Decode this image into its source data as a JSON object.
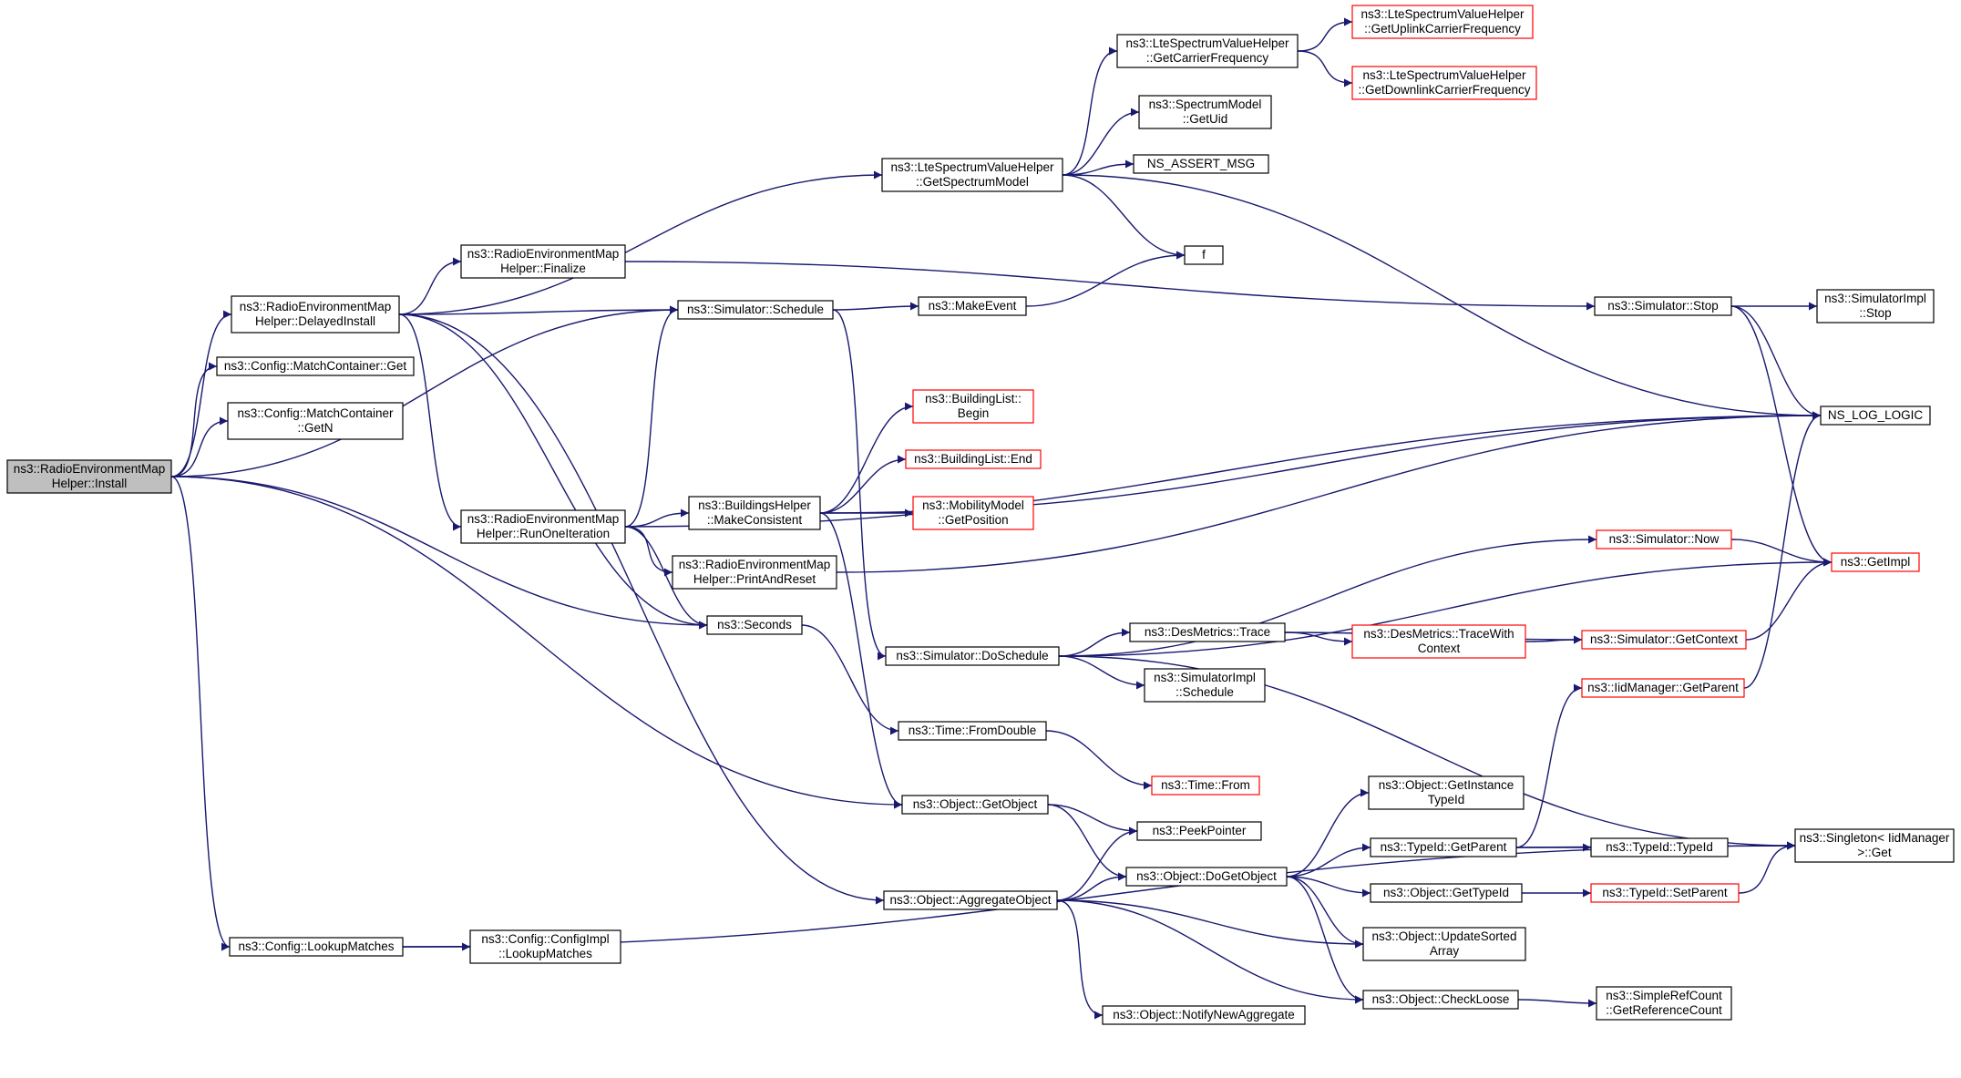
{
  "colors": {
    "edge": "#191970",
    "node_border": "#000000",
    "node_border_truncated": "#ff0000",
    "node_fill": "#ffffff",
    "root_fill": "#bfbfbf"
  },
  "nodes": [
    {
      "id": "install",
      "lines": [
        "ns3::RadioEnvironmentMap",
        "Helper::Install"
      ],
      "style": "root"
    },
    {
      "id": "delayedInstall",
      "lines": [
        "ns3::RadioEnvironmentMap",
        "Helper::DelayedInstall"
      ],
      "style": "normal"
    },
    {
      "id": "matchGet",
      "lines": [
        "ns3::Config::MatchContainer::Get"
      ],
      "style": "normal"
    },
    {
      "id": "matchGetN",
      "lines": [
        "ns3::Config::MatchContainer",
        "::GetN"
      ],
      "style": "normal"
    },
    {
      "id": "lookupMatches",
      "lines": [
        "ns3::Config::LookupMatches"
      ],
      "style": "normal"
    },
    {
      "id": "configImplLookup",
      "lines": [
        "ns3::Config::ConfigImpl",
        "::LookupMatches"
      ],
      "style": "normal"
    },
    {
      "id": "finalize",
      "lines": [
        "ns3::RadioEnvironmentMap",
        "Helper::Finalize"
      ],
      "style": "normal"
    },
    {
      "id": "schedule",
      "lines": [
        "ns3::Simulator::Schedule"
      ],
      "style": "normal"
    },
    {
      "id": "runOne",
      "lines": [
        "ns3::RadioEnvironmentMap",
        "Helper::RunOneIteration"
      ],
      "style": "normal"
    },
    {
      "id": "seconds",
      "lines": [
        "ns3::Seconds"
      ],
      "style": "normal"
    },
    {
      "id": "aggregate",
      "lines": [
        "ns3::Object::AggregateObject"
      ],
      "style": "normal"
    },
    {
      "id": "getSpectrum",
      "lines": [
        "ns3::LteSpectrumValueHelper",
        "::GetSpectrumModel"
      ],
      "style": "normal"
    },
    {
      "id": "getCarrier",
      "lines": [
        "ns3::LteSpectrumValueHelper",
        "::GetCarrierFrequency"
      ],
      "style": "normal"
    },
    {
      "id": "uplink",
      "lines": [
        "ns3::LteSpectrumValueHelper",
        "::GetUplinkCarrierFrequency"
      ],
      "style": "truncated"
    },
    {
      "id": "downlink",
      "lines": [
        "ns3::LteSpectrumValueHelper",
        "::GetDownlinkCarrierFrequency"
      ],
      "style": "truncated"
    },
    {
      "id": "specModelUid",
      "lines": [
        "ns3::SpectrumModel",
        "::GetUid"
      ],
      "style": "normal"
    },
    {
      "id": "nsAssert",
      "lines": [
        "NS_ASSERT_MSG"
      ],
      "style": "normal"
    },
    {
      "id": "f",
      "lines": [
        "f"
      ],
      "style": "normal"
    },
    {
      "id": "makeEvent",
      "lines": [
        "ns3::MakeEvent"
      ],
      "style": "normal"
    },
    {
      "id": "stop",
      "lines": [
        "ns3::Simulator::Stop"
      ],
      "style": "normal"
    },
    {
      "id": "implStop",
      "lines": [
        "ns3::SimulatorImpl",
        "::Stop"
      ],
      "style": "normal"
    },
    {
      "id": "nsLog",
      "lines": [
        "NS_LOG_LOGIC"
      ],
      "style": "normal"
    },
    {
      "id": "blBegin",
      "lines": [
        "ns3::BuildingList::",
        "Begin"
      ],
      "style": "truncated"
    },
    {
      "id": "blEnd",
      "lines": [
        "ns3::BuildingList::End"
      ],
      "style": "truncated"
    },
    {
      "id": "makeConsistent",
      "lines": [
        "ns3::BuildingsHelper",
        "::MakeConsistent"
      ],
      "style": "normal"
    },
    {
      "id": "getPosition",
      "lines": [
        "ns3::MobilityModel",
        "::GetPosition"
      ],
      "style": "truncated"
    },
    {
      "id": "printReset",
      "lines": [
        "ns3::RadioEnvironmentMap",
        "Helper::PrintAndReset"
      ],
      "style": "normal"
    },
    {
      "id": "now",
      "lines": [
        "ns3::Simulator::Now"
      ],
      "style": "truncated"
    },
    {
      "id": "getImpl",
      "lines": [
        "ns3::GetImpl"
      ],
      "style": "truncated"
    },
    {
      "id": "doSchedule",
      "lines": [
        "ns3::Simulator::DoSchedule"
      ],
      "style": "normal"
    },
    {
      "id": "trace",
      "lines": [
        "ns3::DesMetrics::Trace"
      ],
      "style": "normal"
    },
    {
      "id": "traceCtx",
      "lines": [
        "ns3::DesMetrics::TraceWith",
        "Context"
      ],
      "style": "truncated"
    },
    {
      "id": "getContext",
      "lines": [
        "ns3::Simulator::GetContext"
      ],
      "style": "truncated"
    },
    {
      "id": "implSchedule",
      "lines": [
        "ns3::SimulatorImpl",
        "::Schedule"
      ],
      "style": "normal"
    },
    {
      "id": "iidParent",
      "lines": [
        "ns3::IidManager::GetParent"
      ],
      "style": "truncated"
    },
    {
      "id": "fromDouble",
      "lines": [
        "ns3::Time::FromDouble"
      ],
      "style": "normal"
    },
    {
      "id": "timeFrom",
      "lines": [
        "ns3::Time::From"
      ],
      "style": "truncated"
    },
    {
      "id": "getObject",
      "lines": [
        "ns3::Object::GetObject"
      ],
      "style": "normal"
    },
    {
      "id": "peekPointer",
      "lines": [
        "ns3::PeekPointer"
      ],
      "style": "normal"
    },
    {
      "id": "getInstance",
      "lines": [
        "ns3::Object::GetInstance",
        "TypeId"
      ],
      "style": "normal"
    },
    {
      "id": "typeGetParent",
      "lines": [
        "ns3::TypeId::GetParent"
      ],
      "style": "normal"
    },
    {
      "id": "doGetObject",
      "lines": [
        "ns3::Object::DoGetObject"
      ],
      "style": "normal"
    },
    {
      "id": "getTypeId",
      "lines": [
        "ns3::Object::GetTypeId"
      ],
      "style": "normal"
    },
    {
      "id": "typeIdTypeId",
      "lines": [
        "ns3::TypeId::TypeId"
      ],
      "style": "normal"
    },
    {
      "id": "setParent",
      "lines": [
        "ns3::TypeId::SetParent"
      ],
      "style": "truncated"
    },
    {
      "id": "singleton",
      "lines": [
        "ns3::Singleton< IidManager",
        " >::Get"
      ],
      "style": "normal"
    },
    {
      "id": "updateSorted",
      "lines": [
        "ns3::Object::UpdateSorted",
        "Array"
      ],
      "style": "normal"
    },
    {
      "id": "checkLoose",
      "lines": [
        "ns3::Object::CheckLoose"
      ],
      "style": "normal"
    },
    {
      "id": "refCount",
      "lines": [
        "ns3::SimpleRefCount",
        "::GetReferenceCount"
      ],
      "style": "normal"
    },
    {
      "id": "notifyNew",
      "lines": [
        "ns3::Object::NotifyNewAggregate"
      ],
      "style": "normal"
    }
  ],
  "edges": [
    [
      "install",
      "delayedInstall"
    ],
    [
      "install",
      "matchGet"
    ],
    [
      "install",
      "matchGetN"
    ],
    [
      "install",
      "schedule"
    ],
    [
      "install",
      "seconds"
    ],
    [
      "install",
      "getObject"
    ],
    [
      "install",
      "lookupMatches"
    ],
    [
      "delayedInstall",
      "getSpectrum"
    ],
    [
      "delayedInstall",
      "finalize"
    ],
    [
      "delayedInstall",
      "schedule"
    ],
    [
      "delayedInstall",
      "runOne"
    ],
    [
      "delayedInstall",
      "seconds"
    ],
    [
      "delayedInstall",
      "aggregate"
    ],
    [
      "getSpectrum",
      "getCarrier"
    ],
    [
      "getSpectrum",
      "specModelUid"
    ],
    [
      "getSpectrum",
      "nsAssert"
    ],
    [
      "getSpectrum",
      "f"
    ],
    [
      "getSpectrum",
      "nsLog"
    ],
    [
      "getCarrier",
      "uplink"
    ],
    [
      "getCarrier",
      "downlink"
    ],
    [
      "finalize",
      "stop"
    ],
    [
      "schedule",
      "makeEvent"
    ],
    [
      "schedule",
      "doSchedule"
    ],
    [
      "makeEvent",
      "f"
    ],
    [
      "stop",
      "implStop"
    ],
    [
      "stop",
      "nsLog"
    ],
    [
      "stop",
      "getImpl"
    ],
    [
      "runOne",
      "schedule"
    ],
    [
      "runOne",
      "nsLog"
    ],
    [
      "runOne",
      "makeConsistent"
    ],
    [
      "runOne",
      "printReset"
    ],
    [
      "runOne",
      "seconds"
    ],
    [
      "makeConsistent",
      "blBegin"
    ],
    [
      "makeConsistent",
      "blEnd"
    ],
    [
      "makeConsistent",
      "getPosition"
    ],
    [
      "makeConsistent",
      "nsLog"
    ],
    [
      "makeConsistent",
      "getObject"
    ],
    [
      "printReset",
      "nsLog"
    ],
    [
      "seconds",
      "fromDouble"
    ],
    [
      "fromDouble",
      "timeFrom"
    ],
    [
      "doSchedule",
      "now"
    ],
    [
      "doSchedule",
      "getImpl"
    ],
    [
      "doSchedule",
      "trace"
    ],
    [
      "doSchedule",
      "implSchedule"
    ],
    [
      "doSchedule",
      "singleton"
    ],
    [
      "now",
      "getImpl"
    ],
    [
      "trace",
      "traceCtx"
    ],
    [
      "trace",
      "getContext"
    ],
    [
      "traceCtx",
      "getContext"
    ],
    [
      "getContext",
      "getImpl"
    ],
    [
      "iidParent",
      "nsLog"
    ],
    [
      "getObject",
      "peekPointer"
    ],
    [
      "getObject",
      "doGetObject"
    ],
    [
      "aggregate",
      "peekPointer"
    ],
    [
      "aggregate",
      "doGetObject"
    ],
    [
      "aggregate",
      "updateSorted"
    ],
    [
      "aggregate",
      "checkLoose"
    ],
    [
      "aggregate",
      "notifyNew"
    ],
    [
      "doGetObject",
      "getInstance"
    ],
    [
      "doGetObject",
      "typeGetParent"
    ],
    [
      "doGetObject",
      "getTypeId"
    ],
    [
      "doGetObject",
      "updateSorted"
    ],
    [
      "doGetObject",
      "checkLoose"
    ],
    [
      "typeGetParent",
      "iidParent"
    ],
    [
      "typeGetParent",
      "typeIdTypeId"
    ],
    [
      "typeGetParent",
      "singleton"
    ],
    [
      "getTypeId",
      "setParent"
    ],
    [
      "setParent",
      "singleton"
    ],
    [
      "checkLoose",
      "refCount"
    ],
    [
      "lookupMatches",
      "configImplLookup"
    ],
    [
      "lookupMatches",
      "singleton"
    ]
  ]
}
